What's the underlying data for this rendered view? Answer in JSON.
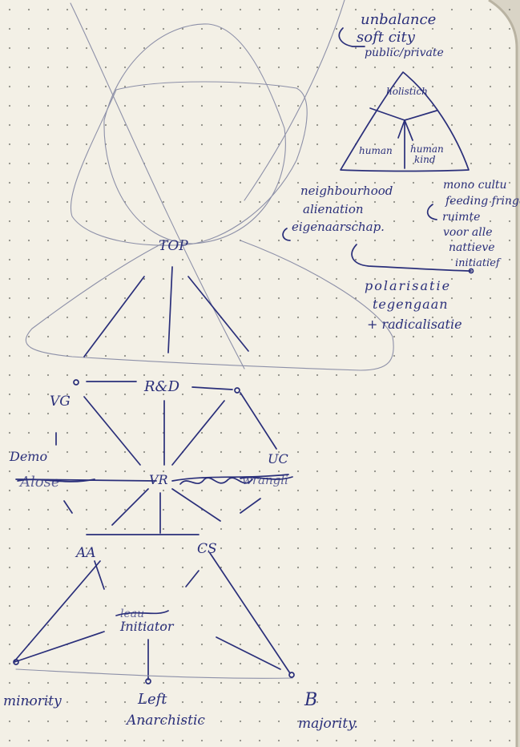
{
  "colors": {
    "paper": "#f3f0e6",
    "ink": "#2a2f7a",
    "pencil": "#8d90a8"
  },
  "notes_top_right": {
    "line1": "unbalance",
    "line2": "soft city",
    "line3": "public/private"
  },
  "small_triangle": {
    "top": "holistich",
    "left": "human",
    "right_line1": "human",
    "right_line2": "kind"
  },
  "middle_notes": {
    "line1": "neighbourhood",
    "line2": "alienation",
    "line3": "eigenaarschap."
  },
  "right_notes": {
    "line1": "mono cultu",
    "line2": "feeding fringe",
    "line3": "ruimte",
    "line4": "voor alle",
    "line5": "nattieve",
    "line6": "initiatief"
  },
  "lower_notes": {
    "line1": "polarisatie",
    "line2": "tegengaan",
    "line3": "+ radicalisatie"
  },
  "graph_labels": {
    "top": "TOP",
    "rd": "R&D",
    "vg": "VG",
    "demo": "Demo",
    "scratched_left": "Alose",
    "vr": "VR",
    "scratched_right": "wrangli",
    "uc": "UC",
    "aa": "AA",
    "cs": "CS",
    "scratched_small": "leau",
    "initiator": "Initiator"
  },
  "bottom_labels": {
    "minority": "minority",
    "left_line1": "Left",
    "left_line2": "Anarchistic",
    "b": "B",
    "majority": "majority."
  }
}
